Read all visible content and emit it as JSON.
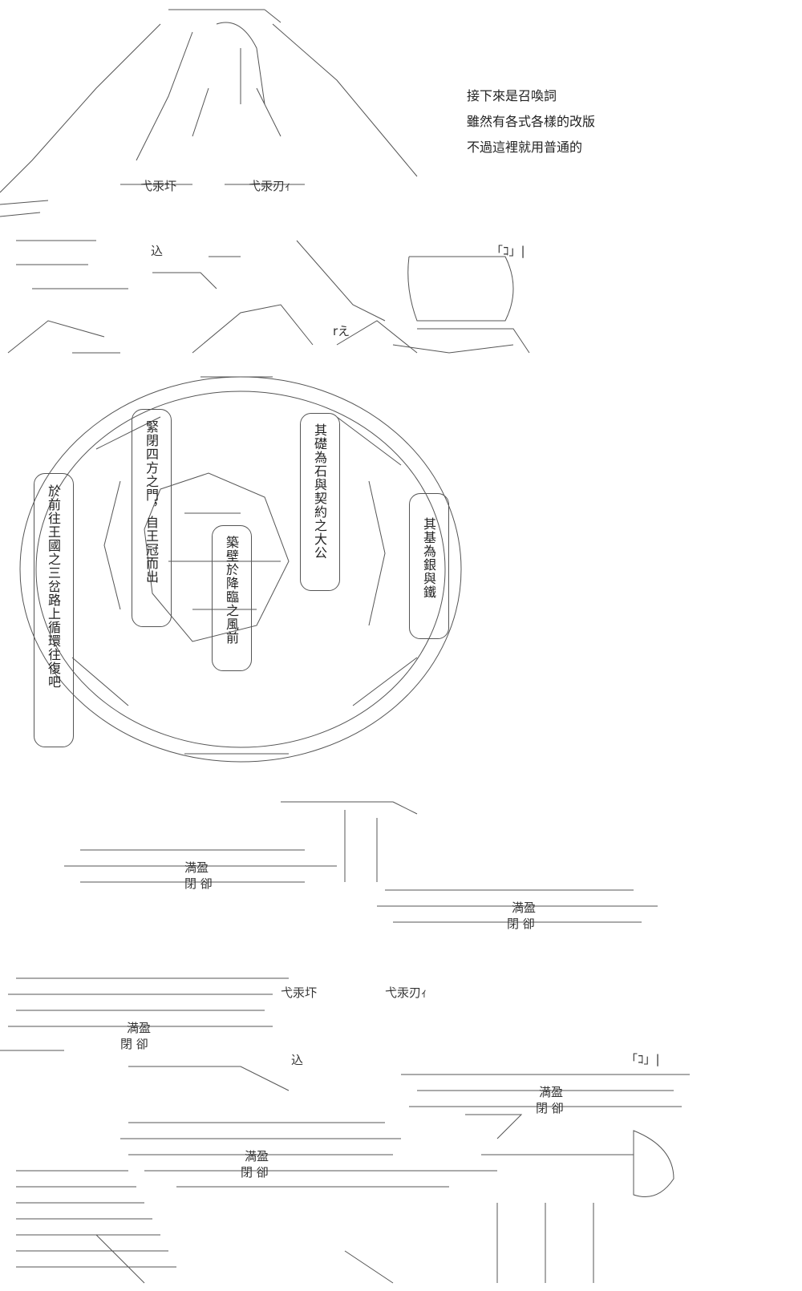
{
  "narration": {
    "line1": "接下來是召喚詞",
    "line2": "雖然有各式各樣的改版",
    "line3": "不過這裡就用普通的"
  },
  "scene1": {
    "left_banner": "弋汞圷",
    "right_banner": "弋汞刃ｨ",
    "ie_mark": "込",
    "seal_mark": "「ｺ」|",
    "sign": "rえ"
  },
  "chant": {
    "col1": "於前往王國之三岔路上循環往復吧",
    "col2": "緊閉四方之門，自王冠而出",
    "col3": "築壁於降臨之風前",
    "col4": "其礎為石與契約之大公",
    "col5": "其基為銀與鐵"
  },
  "scene3": {
    "left_banner": "弋汞圷",
    "right_banner": "弋汞刃ｨ",
    "ie_mark": "込",
    "seal_mark": "「ｺ」|",
    "fill_top": "満盈",
    "close_top": "閉 卻",
    "fill_a": "満盈",
    "close_a": "閉 卻",
    "fill_b": "満盈",
    "close_b": "閉 卻",
    "fill_c": "満盈",
    "close_c": "閉 卻",
    "fill_d": "満盈",
    "close_d": "閉 卻"
  },
  "icons": [
    "mountain-ascii-art",
    "magic-circle-ascii-art",
    "sword-ascii-art"
  ]
}
